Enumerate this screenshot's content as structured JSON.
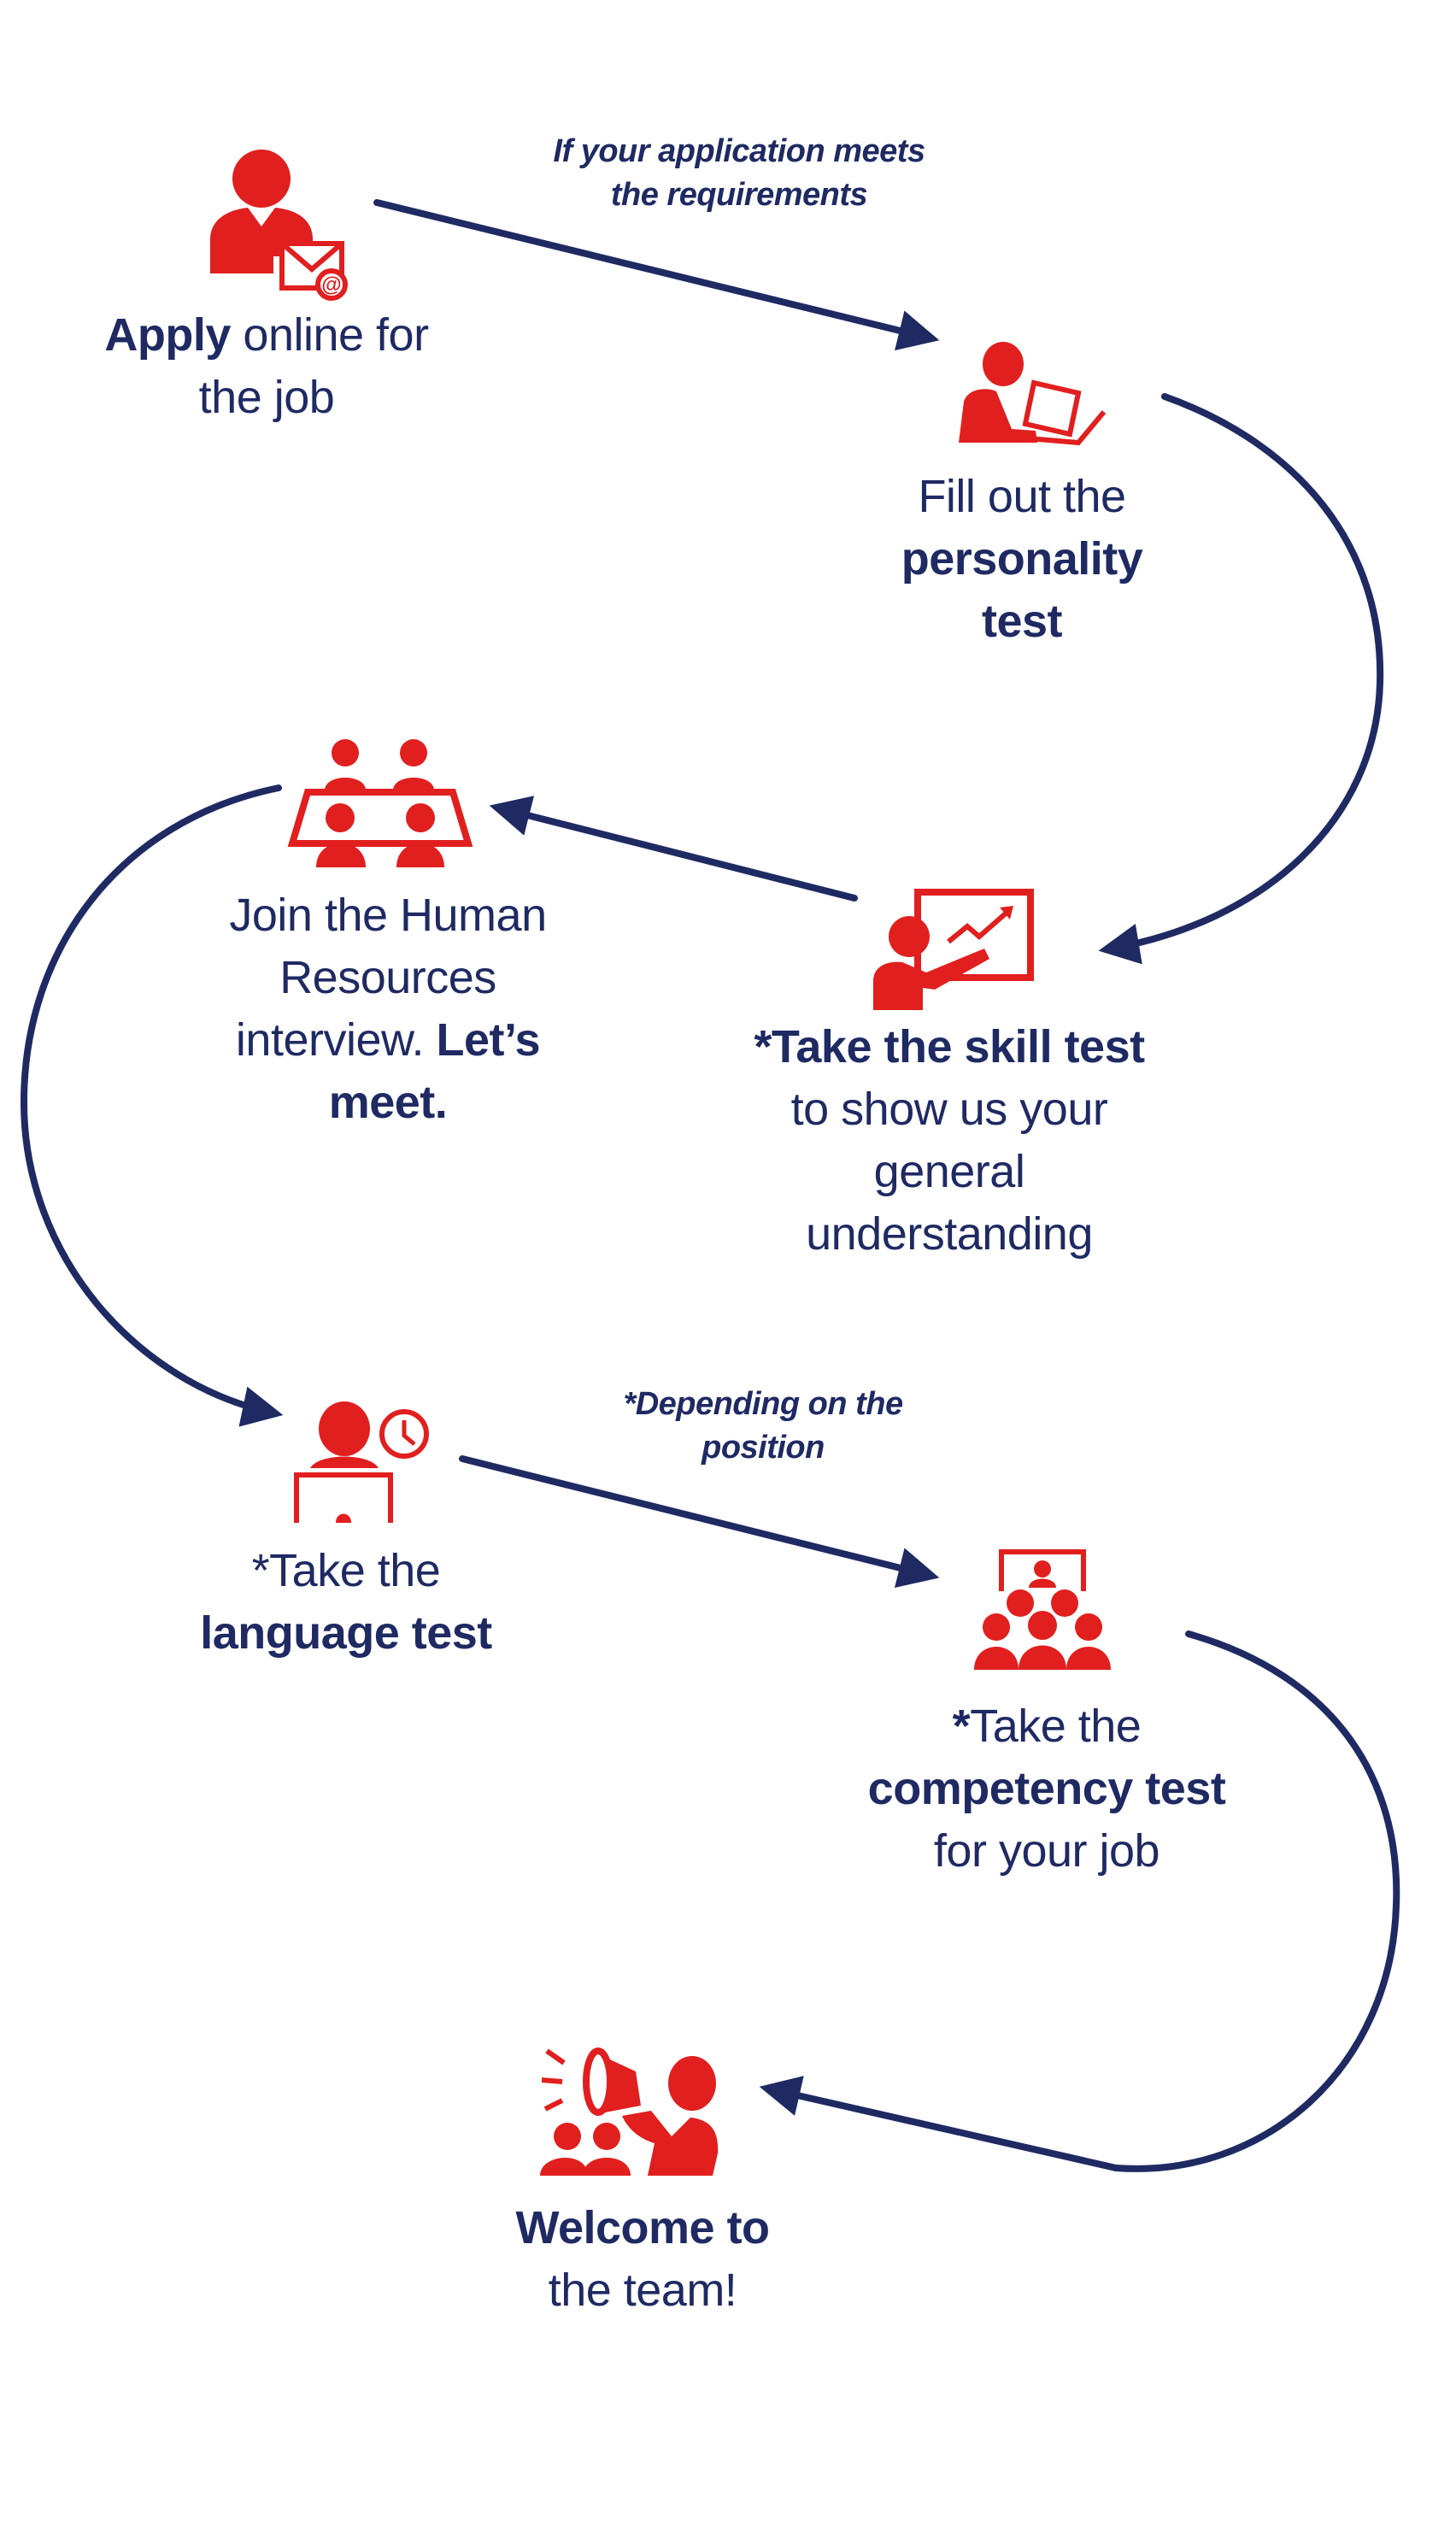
{
  "colors": {
    "accent": "#e11f1f",
    "navy": "#1f2a63"
  },
  "captions": {
    "requirements": [
      "If your application meets",
      "the requirements"
    ],
    "position": [
      "*Depending on the",
      "position"
    ]
  },
  "steps": {
    "apply": {
      "icon": "person-email-icon",
      "bold": "Apply",
      "rest": " online for",
      "line2": "the job"
    },
    "personality": {
      "icon": "person-laptop-icon",
      "line1": "Fill out the",
      "bold1": "personality",
      "bold2": "test"
    },
    "skill": {
      "icon": "presenter-chart-icon",
      "bold": "*Take the skill test",
      "line2": "to show us your",
      "line3": "general",
      "line4": "understanding"
    },
    "interview": {
      "icon": "meeting-table-icon",
      "line1": "Join the Human",
      "line2": "Resources",
      "line3a": "interview. ",
      "bold3": "Let’s",
      "bold4": "meet."
    },
    "language": {
      "icon": "person-clock-computer-icon",
      "line1": "*Take the",
      "bold": "language test"
    },
    "competency": {
      "icon": "audience-screen-icon",
      "star": "*",
      "line1": "Take the",
      "bold": "competency test",
      "line3": "for your job"
    },
    "welcome": {
      "icon": "megaphone-team-icon",
      "bold": "Welcome to",
      "line2": "the team!"
    }
  }
}
